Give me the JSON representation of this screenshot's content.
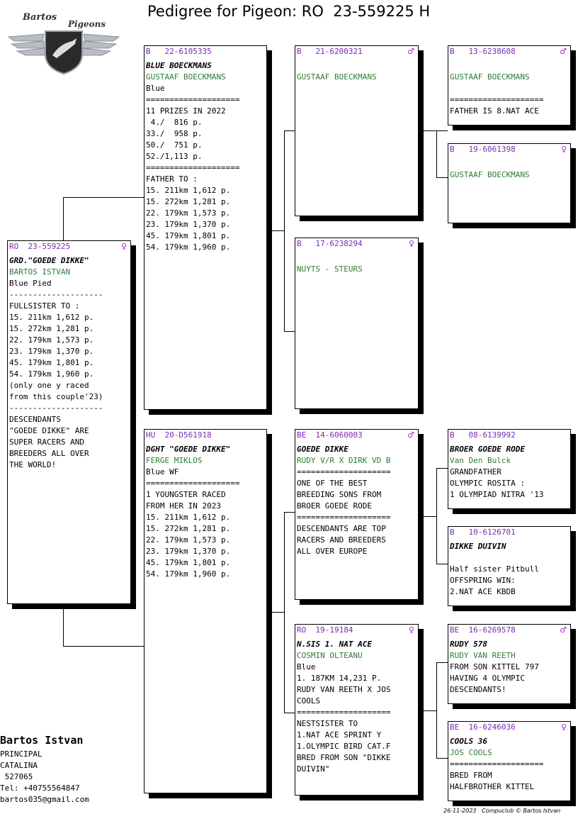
{
  "title": "Pedigree for Pigeon: RO  23-559225 H",
  "logo": {
    "text1": "Bartos",
    "text2": "Pigeons"
  },
  "cards": {
    "subject": {
      "header": "RO  23-559225",
      "sex": "♀",
      "lines": [
        "GRD.\"GOEDE DIKKE\"",
        "BARTOS ISTVAN",
        "Blue Pied",
        "--------------------",
        "FULLSISTER TO :",
        "15. 211km 1,612 p.",
        "15. 272km 1,281 p.",
        "22. 179km 1,573 p.",
        "23. 179km 1,370 p.",
        "45. 179km 1,801 p.",
        "54. 179km 1,960 p.",
        "(only one y raced",
        "from this couple'23)",
        "--------------------",
        "DESCENDANTS",
        "\"GOEDE DIKKE\" ARE",
        "SUPER RACERS AND",
        "BREEDERS ALL OVER",
        "THE WORLD!"
      ]
    },
    "sire": {
      "header": "B   22-6105335",
      "sex": "",
      "lines": [
        "BLUE BOECKMANS",
        "GUSTAAF BOECKMANS",
        "Blue",
        "====================",
        "11 PRIZES IN 2022",
        " 4./  816 p.",
        "33./  958 p.",
        "50./  751 p.",
        "52./1,113 p.",
        "====================",
        "FATHER TO :",
        "15. 211km 1,612 p.",
        "15. 272km 1,281 p.",
        "22. 179km 1,573 p.",
        "23. 179km 1,370 p.",
        "45. 179km 1,801 p.",
        "54. 179km 1,960 p."
      ]
    },
    "dam": {
      "header": "HU  20-D561918",
      "sex": "",
      "lines": [
        "DGHT \"GOEDE DIKKE\"",
        "FERGE MIKLOS",
        "Blue WF",
        "====================",
        "1 YOUNGSTER RACED",
        "FROM HER IN 2023",
        "15. 211km 1,612 p.",
        "15. 272km 1,281 p.",
        "22. 179km 1,573 p.",
        "23. 179km 1,370 p.",
        "45. 179km 1,801 p.",
        "54. 179km 1,960 p."
      ]
    },
    "ss": {
      "header": "B   21-6200321",
      "sex": "♂",
      "lines": [
        "",
        "GUSTAAF BOECKMANS"
      ]
    },
    "sd": {
      "header": "B   17-6238294",
      "sex": "♀",
      "lines": [
        "",
        "NUYTS - STEURS"
      ]
    },
    "ds": {
      "header": "BE  14-6060003",
      "sex": "♂",
      "lines": [
        "GOEDE DIKKE",
        "RUDY V/R X DIRK VD B",
        "====================",
        "ONE OF THE BEST",
        "BREEDING SONS FROM",
        "BROER GOEDE RODE",
        "====================",
        "DESCENDANTS ARE TOP",
        "RACERS AND BREEDERS",
        "ALL OVER EUROPE"
      ]
    },
    "dd": {
      "header": "RO  19-19184",
      "sex": "♀",
      "lines": [
        "N.SIS 1. NAT ACE",
        "COSMIN OLTEANU",
        "Blue",
        "1. 187KM 14,231 P.",
        "RUDY VAN REETH X JOS",
        "COOLS",
        "====================",
        "NESTSISTER TO",
        "1.NAT ACE SPRINT Y",
        "1.OLYMPIC BIRD CAT.F",
        "BRED FROM SON \"DIKKE",
        "DUIVIN\""
      ]
    },
    "sss": {
      "header": "B   13-6238608",
      "sex": "♂",
      "lines": [
        "",
        "GUSTAAF BOECKMANS",
        "",
        "====================",
        "FATHER IS 8.NAT ACE"
      ]
    },
    "ssd": {
      "header": "B   19-6061398",
      "sex": "♀",
      "lines": [
        "",
        "GUSTAAF BOECKMANS"
      ]
    },
    "dss": {
      "header": "B   08-6139992",
      "sex": "",
      "lines": [
        "BROER GOEDE RODE",
        "Van Den Bulck",
        "GRANDFATHER",
        "OLYMPIC ROSITA :",
        "1 OLYMPIAD NITRA '13"
      ]
    },
    "dsd": {
      "header": "B   10-6126701",
      "sex": "",
      "lines": [
        "DIKKE DUIVIN",
        "",
        "Half sister Pitbull",
        "OFFSPRING WIN:",
        "2.NAT ACE KBDB"
      ]
    },
    "dds": {
      "header": "BE  16-6269578",
      "sex": "♂",
      "lines": [
        "RUDY 578",
        "RUDY VAN REETH",
        "FROM SON KITTEL 797",
        "HAVING 4 OLYMPIC",
        "DESCENDANTS!"
      ]
    },
    "ddd": {
      "header": "BE  16-6246036",
      "sex": "♀",
      "lines": [
        "COOLS 36",
        "JOS COOLS",
        "====================",
        "BRED FROM",
        "HALFBROTHER KITTEL"
      ]
    }
  },
  "owner": {
    "name": "Bartos Istvan",
    "lines": [
      "PRINCIPAL",
      "CATALINA",
      " 527065",
      "Tel: +40755564847",
      "bartos035@gmail.com"
    ]
  },
  "footer": "26-11-2023   Compuclub © Bartos Istvan",
  "colors": {
    "header": "#7a2ab0",
    "breeder": "#2e7d32",
    "shadow": "#000000"
  }
}
